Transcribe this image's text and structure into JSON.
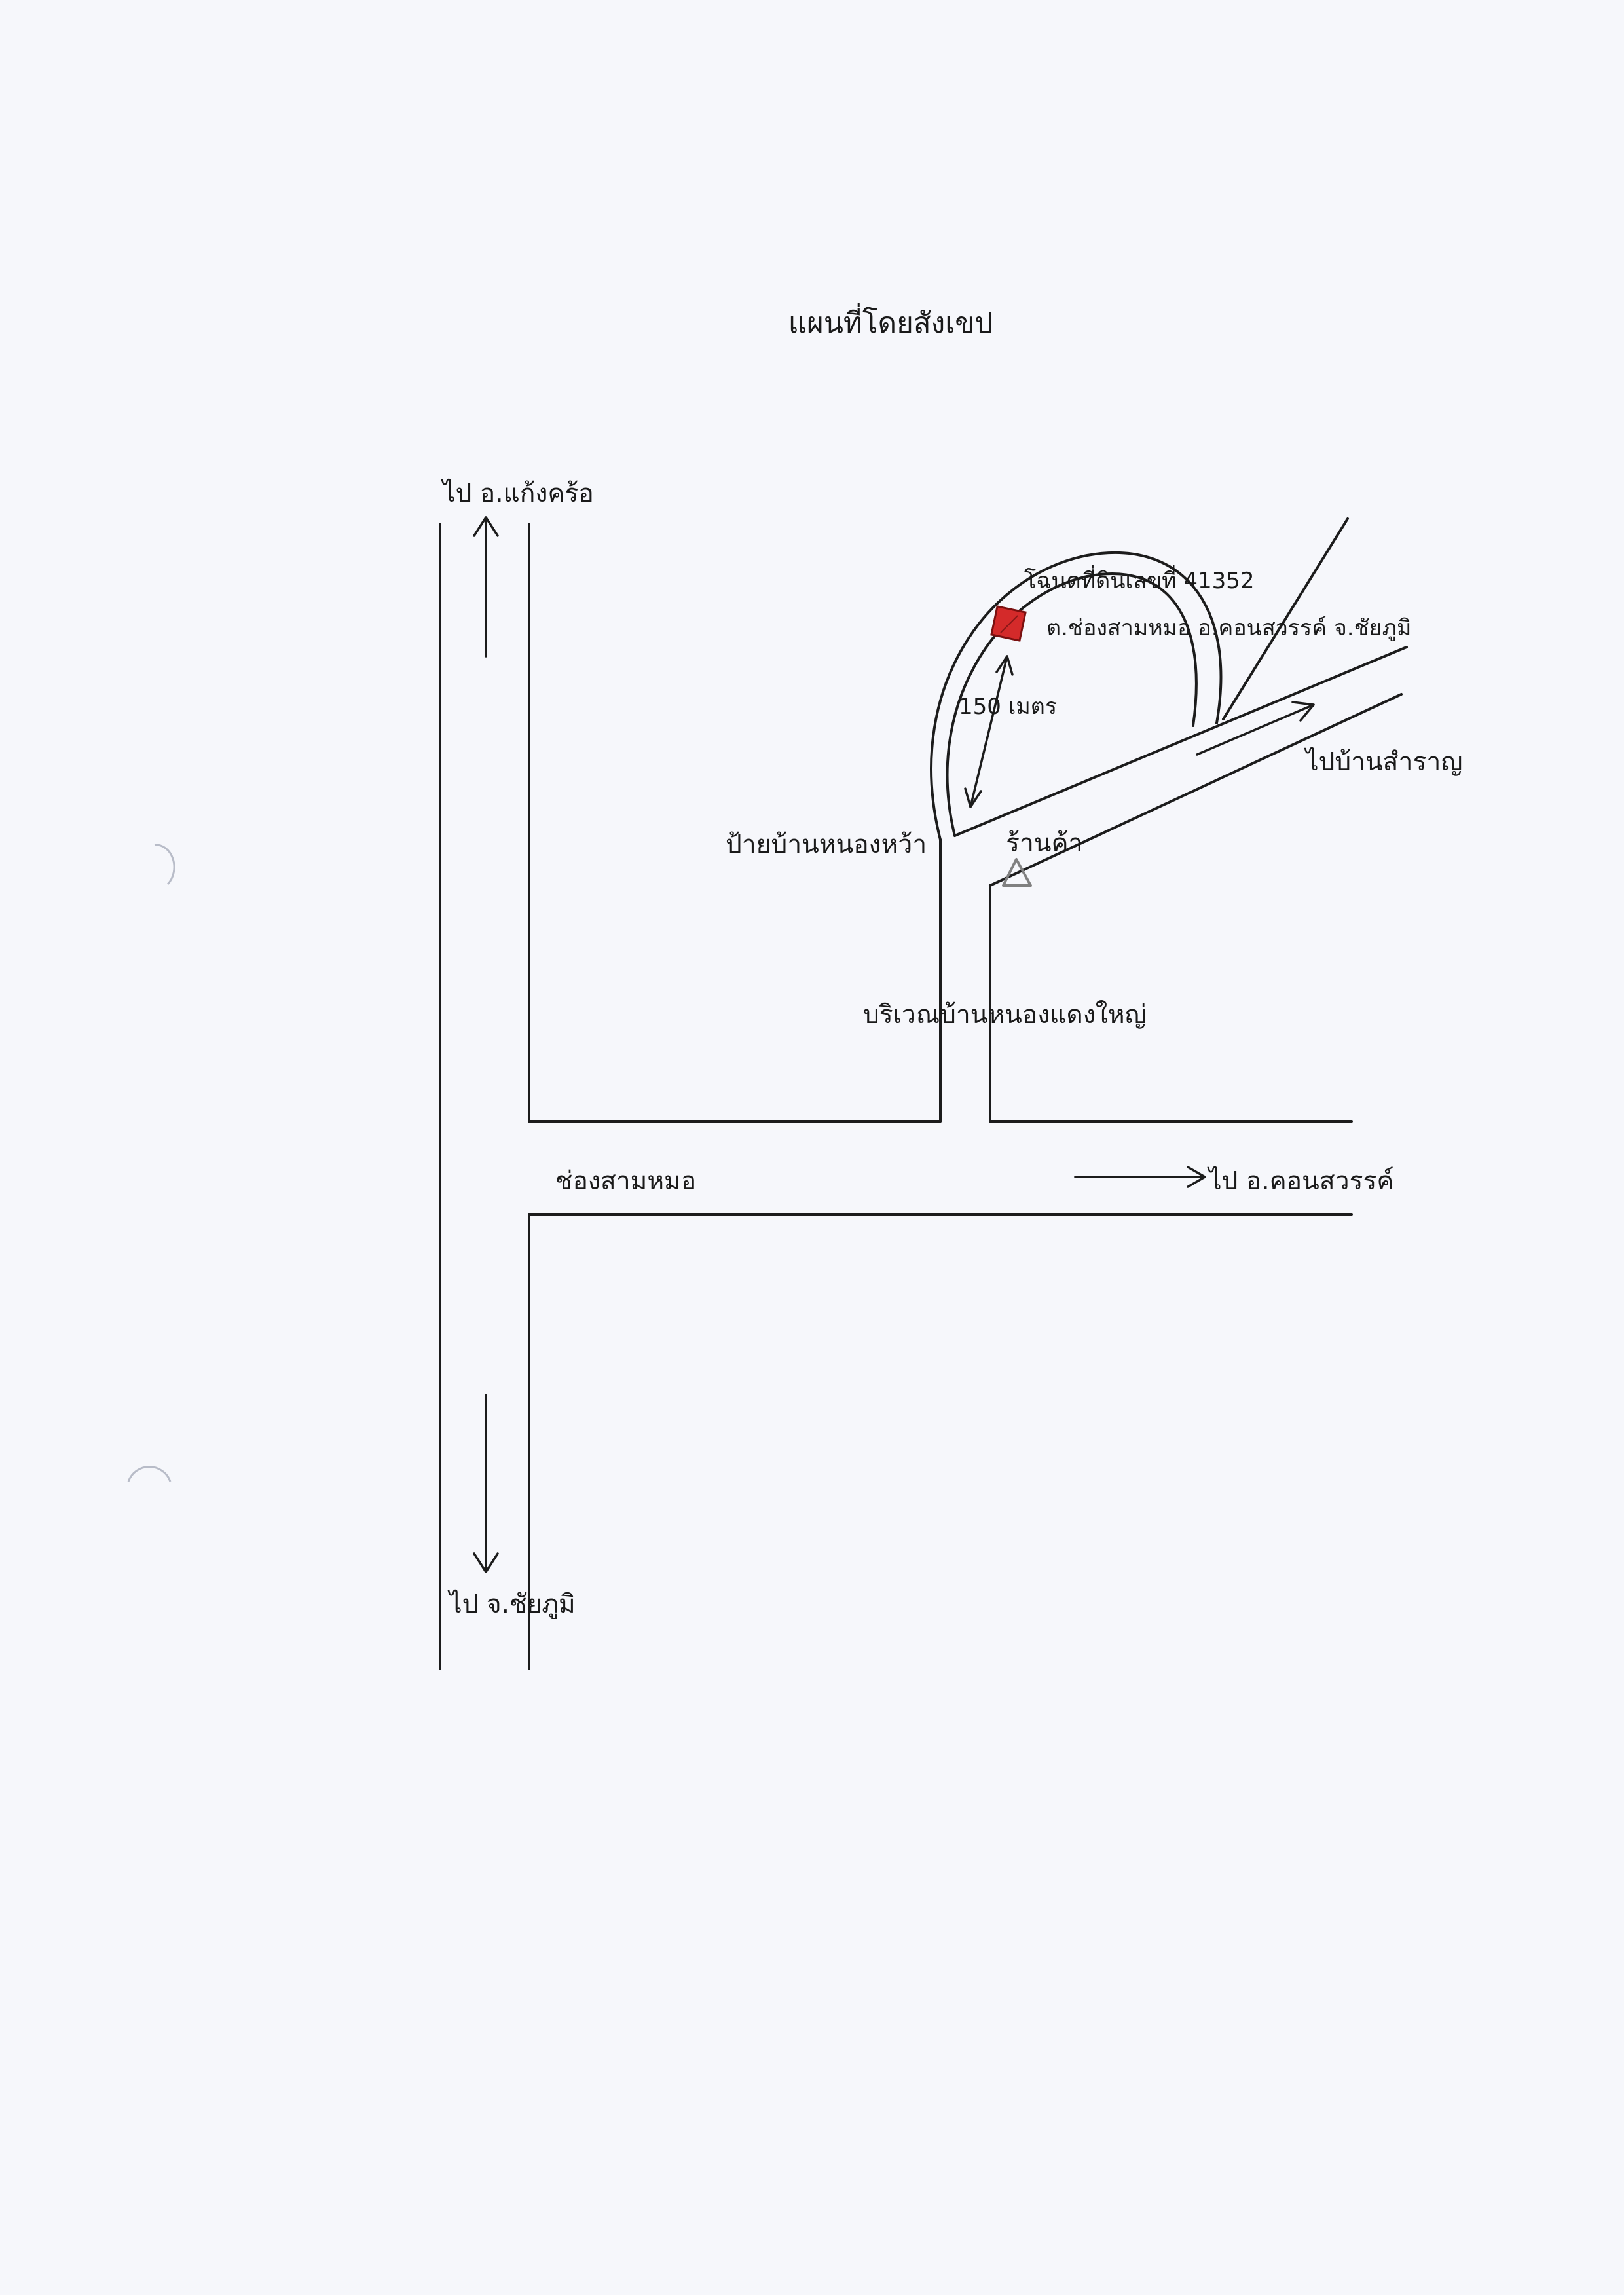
{
  "title": "แผนที่โดยสังเขป",
  "labels": {
    "to_kaeng_khro": "ไป อ.แก้งคร้อ",
    "deed": "โฉนดที่ดินเลขที่ 41352",
    "location": "ต.ช่องสามหมอ อ.คอนสวรรค์ จ.ชัยภูมิ",
    "distance": "150 เมตร",
    "to_ban_samran": "ไปบ้านสำราญ",
    "sign_nong_wa": "ป้ายบ้านหนองหว้า",
    "shop": "ร้านค้า",
    "nong_daeng_yai": "บริเวณบ้านหนองแดงใหญ่",
    "chong_sam_mo": "ช่องสามหมอ",
    "to_khon_sawan": "ไป อ.คอนสวรรค์",
    "to_chaiyaphum": "ไป จ.ชัยภูมิ"
  },
  "colors": {
    "paper": "#f6f7fb",
    "ink": "#1c1c1c",
    "plot_marker": "#d42a2a",
    "shop_marker": "#808080"
  },
  "icons": {
    "plot_marker": "red-square-plot",
    "shop_marker": "triangle-outline"
  }
}
